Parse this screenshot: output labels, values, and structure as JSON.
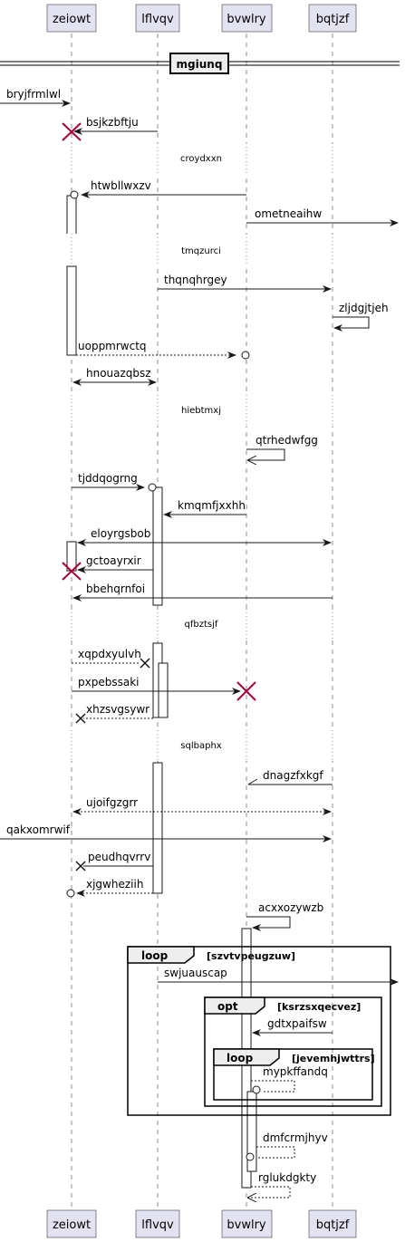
{
  "participants": [
    "zeiowt",
    "lflvqv",
    "bvwlry",
    "bqtjzf"
  ],
  "separator": "mgiunq",
  "delays": [
    "croydxxn",
    "tmqzurci",
    "hiebtmxj",
    "qfbztsjf",
    "sqlbaphx"
  ],
  "messages": [
    "bryjfrmlwl",
    "bsjkzbftju",
    "htwbllwxzv",
    "ometneaihw",
    "thqnqhrgey",
    "zljdgjtjeh",
    "uoppmrwctq",
    "hnouazqbsz",
    "qtrhedwfgg",
    "tjddqogrng",
    "kmqmfjxxhh",
    "eloyrgsbob",
    "gctoayrxir",
    "bbehqrnfoi",
    "xqpdxyulvh",
    "pxpebssaki",
    "xhzsvgsywr",
    "dnagzfxkgf",
    "ujoifgzgrr",
    "qakxomrwif",
    "peudhqvrrv",
    "xjgwheziih",
    "acxxozywzb",
    "swjuauscap",
    "gdtxpaifsw",
    "mypkffandq",
    "dmfcrmjhyv",
    "rglukdgkty"
  ],
  "fragments": [
    {
      "kind": "loop",
      "guard": "[szvtvpeugzuw]"
    },
    {
      "kind": "opt",
      "guard": "[ksrzsxqecvez]"
    },
    {
      "kind": "loop",
      "guard": "[jevemhjwttrs]"
    }
  ]
}
